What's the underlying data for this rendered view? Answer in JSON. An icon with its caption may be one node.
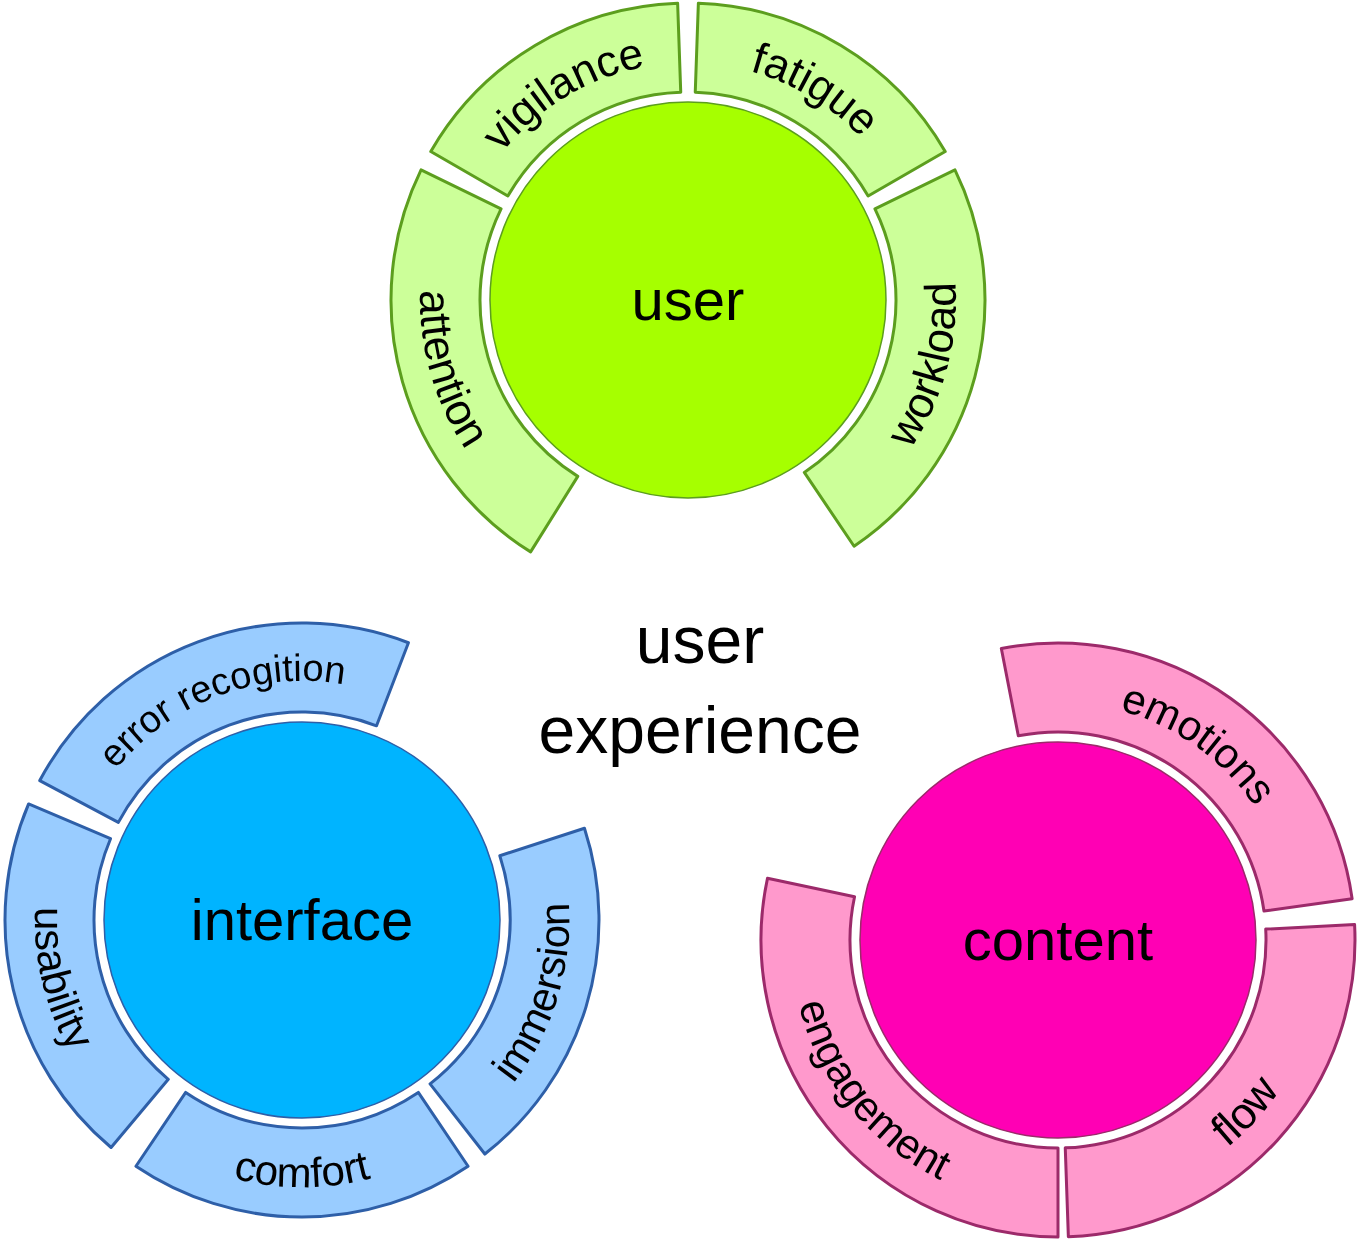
{
  "diagram": {
    "nodes": [
      {
        "text": [
          "user"
        ]
      },
      {
        "text": [
          "vigilance"
        ]
      },
      {
        "text": [
          "fatigue"
        ]
      },
      {
        "text": [
          "attention"
        ]
      },
      {
        "text": [
          "workload"
        ]
      },
      {
        "text": [
          "interface"
        ]
      },
      {
        "text": [
          "error recogition"
        ]
      },
      {
        "text": [
          "usability"
        ]
      },
      {
        "text": [
          "immersion"
        ]
      },
      {
        "text": [
          "comfort"
        ]
      },
      {
        "text": [
          "content"
        ]
      },
      {
        "text": [
          "emotions"
        ]
      },
      {
        "text": [
          "engagement"
        ]
      },
      {
        "text": [
          "flow"
        ]
      }
    ],
    "edges": [],
    "labels": [
      "user experience"
    ]
  }
}
